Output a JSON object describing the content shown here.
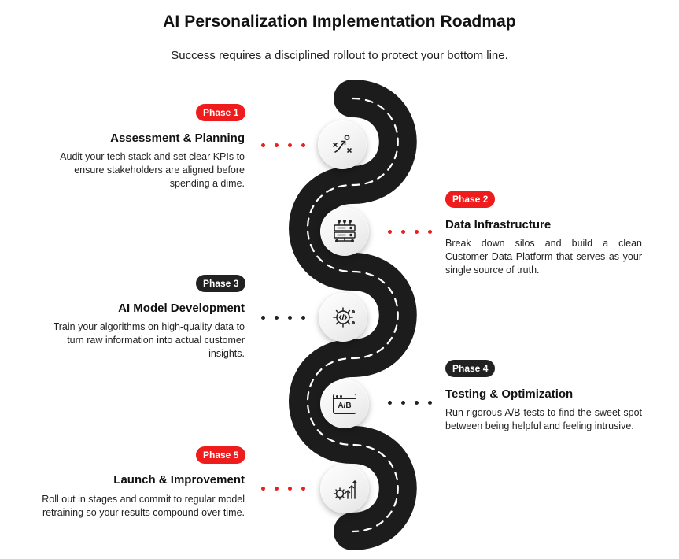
{
  "title": "AI Personalization Implementation Roadmap",
  "subtitle": "Success requires a disciplined rollout to protect your bottom line.",
  "colors": {
    "red": "#ee1c1c",
    "dark": "#222222",
    "road": "#1c1c1c"
  },
  "phases": [
    {
      "badge": "Phase 1",
      "heading": "Assessment & Planning",
      "description": "Audit your tech stack and set clear KPIs to ensure stakeholders are aligned before spending a dime.",
      "icon": "strategy-play-icon",
      "side": "left",
      "dot_color": "red"
    },
    {
      "badge": "Phase 2",
      "heading": "Data Infrastructure",
      "description": "Break down silos and build a clean Customer Data Platform that serves as your single source of truth.",
      "icon": "server-rack-icon",
      "side": "right",
      "dot_color": "red"
    },
    {
      "badge": "Phase 3",
      "heading": "AI Model Development",
      "description": "Train your algorithms on high-quality data to turn raw information into actual customer insights.",
      "icon": "ai-gear-code-icon",
      "side": "left",
      "dot_color": "dark"
    },
    {
      "badge": "Phase 4",
      "heading": "Testing & Optimization",
      "description": "Run rigorous A/B tests to find the sweet spot between being helpful and feeling intrusive.",
      "icon": "ab-test-icon",
      "icon_text": "A/B",
      "side": "right",
      "dot_color": "dark"
    },
    {
      "badge": "Phase 5",
      "heading": "Launch & Improvement",
      "description": "Roll out in stages and commit to regular model retraining so your results compound over time.",
      "icon": "gear-growth-icon",
      "side": "left",
      "dot_color": "red"
    }
  ]
}
